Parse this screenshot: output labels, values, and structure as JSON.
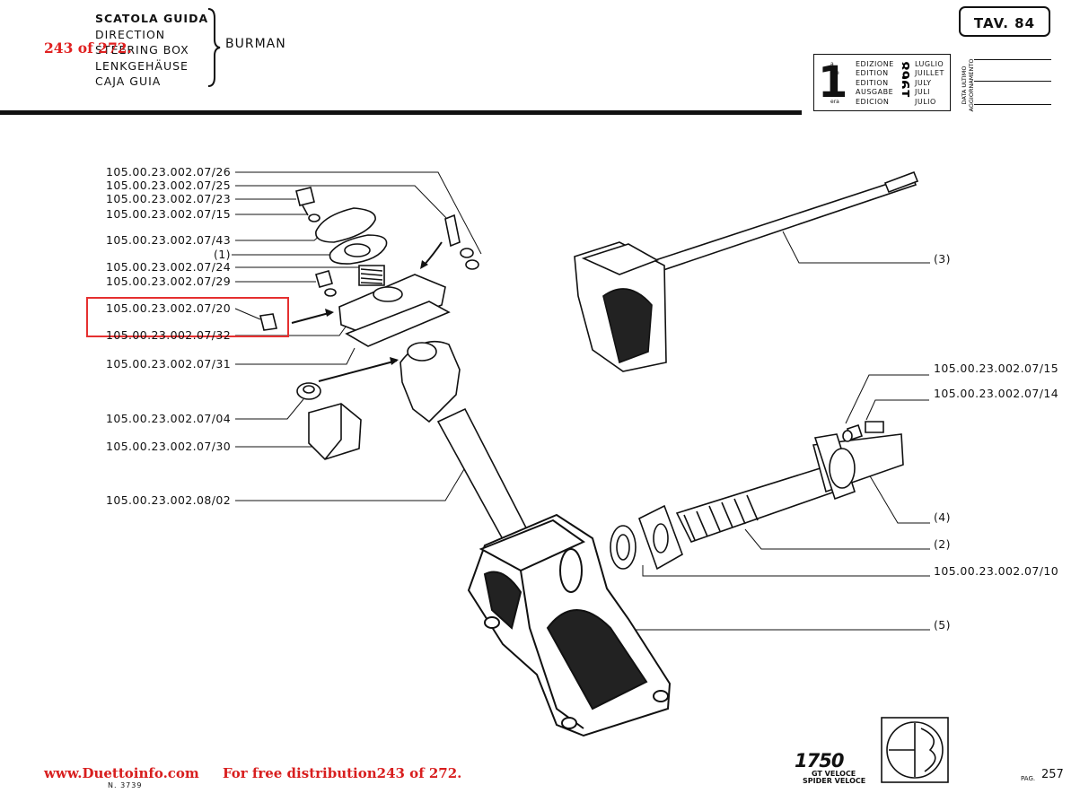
{
  "header": {
    "title_lines": [
      "SCATOLA GUIDA",
      "DIRECTION",
      "STEERING BOX",
      "LENKGEHÄUSE",
      "CAJA GUIA"
    ],
    "burman": "BURMAN",
    "page_counter": "243 of 272.",
    "plate": "TAV. 84"
  },
  "edition": {
    "number": "1",
    "ordinals": [
      "a",
      "ere",
      "st",
      ".",
      "era"
    ],
    "labels": [
      "EDIZIONE",
      "EDITION",
      "EDITION",
      "AUSGABE",
      "EDICION"
    ],
    "year": "1968",
    "months": [
      "LUGLIO",
      "JUILLET",
      "JULY",
      "JULI",
      "JULIO"
    ],
    "update_label_1": "DATA ULTIMO",
    "update_label_2": "AGGIORNAMENTO"
  },
  "labels": {
    "p26": "105.00.23.002.07/26",
    "p25": "105.00.23.002.07/25",
    "p23": "105.00.23.002.07/23",
    "p15a": "105.00.23.002.07/15",
    "p43": "105.00.23.002.07/43",
    "n1": "(1)",
    "p24": "105.00.23.002.07/24",
    "p29": "105.00.23.002.07/29",
    "p20": "105.00.23.002.07/20",
    "p32": "105.00.23.002.07/32",
    "p31": "105.00.23.002.07/31",
    "p04": "105.00.23.002.07/04",
    "p30": "105.00.23.002.07/30",
    "p0802": "105.00.23.002.08/02",
    "n3": "(3)",
    "p15b": "105.00.23.002.07/15",
    "p14": "105.00.23.002.07/14",
    "n4": "(4)",
    "n2": "(2)",
    "p10": "105.00.23.002.07/10",
    "n5": "(5)"
  },
  "footer": {
    "site": "www.Duettoinfo.com",
    "note": "For free distribution243 of 272.",
    "code": "N. 3739",
    "model": "1750",
    "variant_1": "GT VELOCE",
    "variant_2": "SPIDER VELOCE",
    "page_label": "PAG.",
    "page_number": "257"
  }
}
